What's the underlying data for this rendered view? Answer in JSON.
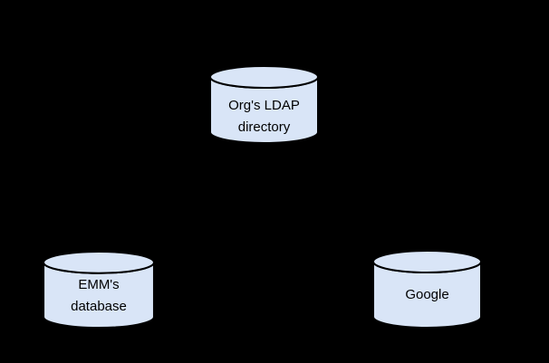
{
  "diagram": {
    "background_color": "#000000",
    "node_fill_color": "#d9e5f7",
    "node_stroke_color": "#000000",
    "node_text_color": "#000000",
    "nodes": [
      {
        "id": "orgs-ldap-directory",
        "shape": "database-cylinder",
        "label": "Org's LDAP directory",
        "lines": [
          "Org's LDAP",
          "directory"
        ]
      },
      {
        "id": "emms-database",
        "shape": "database-cylinder",
        "label": "EMM's database",
        "lines": [
          "EMM's",
          "database"
        ]
      },
      {
        "id": "google",
        "shape": "database-cylinder",
        "label": "Google",
        "lines": [
          "Google"
        ]
      }
    ]
  }
}
